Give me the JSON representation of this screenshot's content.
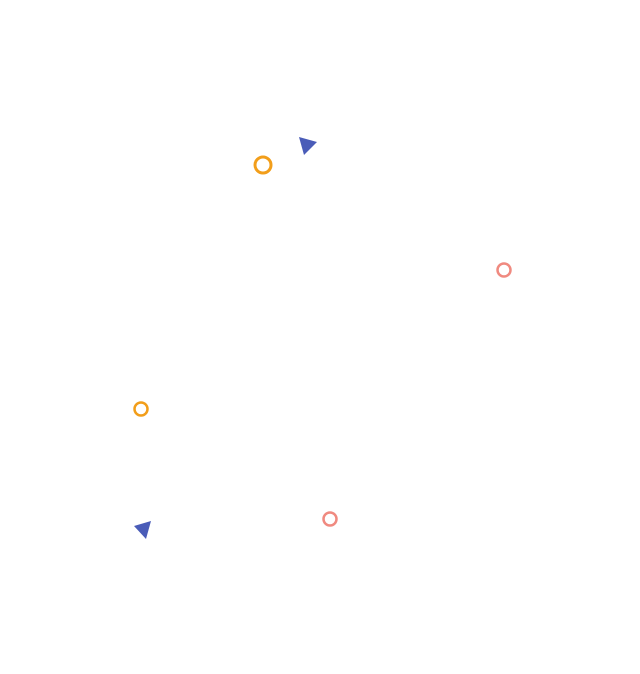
{
  "background_color": "#ffffff",
  "shapes": [
    {
      "name": "orange-ring-large",
      "kind": "ring",
      "color": "#f29e1a"
    },
    {
      "name": "blue-triangle-top",
      "kind": "triangle",
      "color": "#4a5cb8"
    },
    {
      "name": "pink-ring-right",
      "kind": "ring",
      "color": "#f08a80"
    },
    {
      "name": "orange-ring-small",
      "kind": "ring",
      "color": "#f29e1a"
    },
    {
      "name": "blue-triangle-bottom",
      "kind": "triangle",
      "color": "#4a5cb8"
    },
    {
      "name": "pink-ring-bottom",
      "kind": "ring",
      "color": "#f08a80"
    }
  ]
}
